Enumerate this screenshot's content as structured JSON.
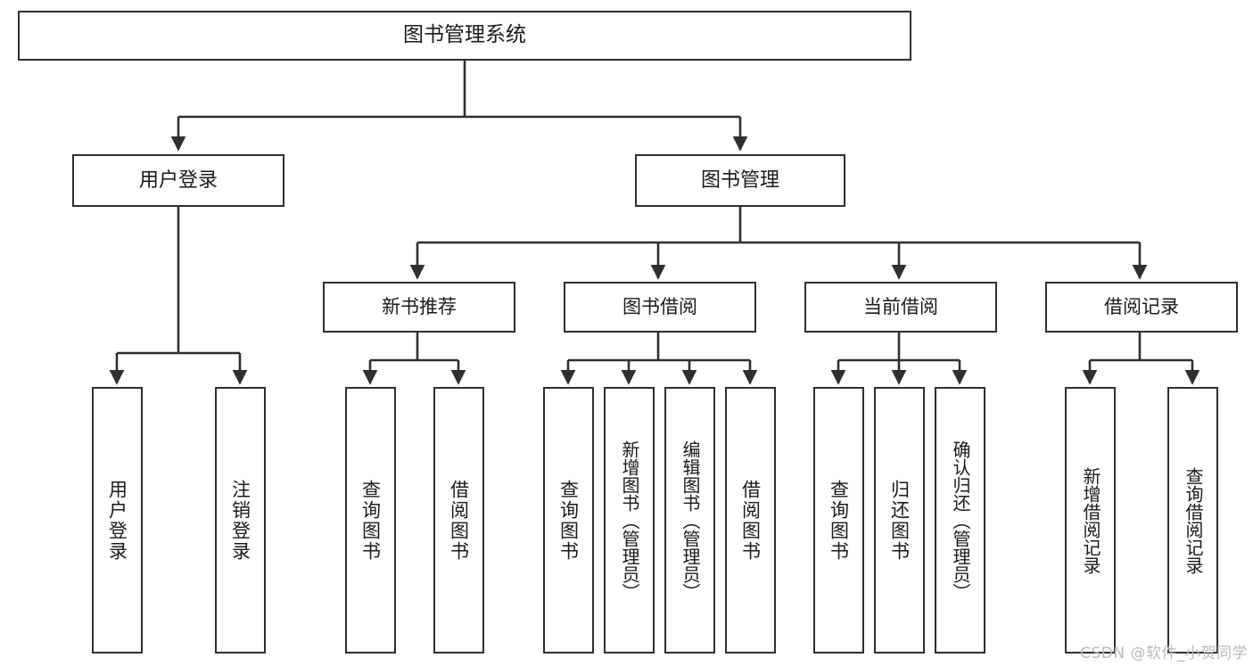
{
  "diagram": {
    "title": "图书管理系统",
    "type": "tree-hierarchy-chart",
    "watermark": "CSDN @软件_小贺同学",
    "colors": {
      "border": "#2f2f2f",
      "background": "#ffffff",
      "text": "#1a1a1a",
      "watermark": "#b9b9b9"
    },
    "root": {
      "label": "图书管理系统"
    },
    "level1": [
      {
        "label": "用户登录"
      },
      {
        "label": "图书管理"
      }
    ],
    "level2": [
      {
        "label": "新书推荐"
      },
      {
        "label": "图书借阅"
      },
      {
        "label": "当前借阅"
      },
      {
        "label": "借阅记录"
      }
    ],
    "leaves": {
      "user_login": [
        {
          "label": "用户登录"
        },
        {
          "label": "注销登录"
        }
      ],
      "new_book_recommend": [
        {
          "label": "查询图书"
        },
        {
          "label": "借阅图书"
        }
      ],
      "book_borrow": [
        {
          "label": "查询图书"
        },
        {
          "label": "新增图书（管理员）"
        },
        {
          "label": "编辑图书（管理员）"
        },
        {
          "label": "借阅图书"
        }
      ],
      "current_borrow": [
        {
          "label": "查询图书"
        },
        {
          "label": "归还图书"
        },
        {
          "label": "确认归还（管理员）"
        }
      ],
      "borrow_record": [
        {
          "label": "新增借阅记录"
        },
        {
          "label": "查询借阅记录"
        }
      ]
    }
  }
}
